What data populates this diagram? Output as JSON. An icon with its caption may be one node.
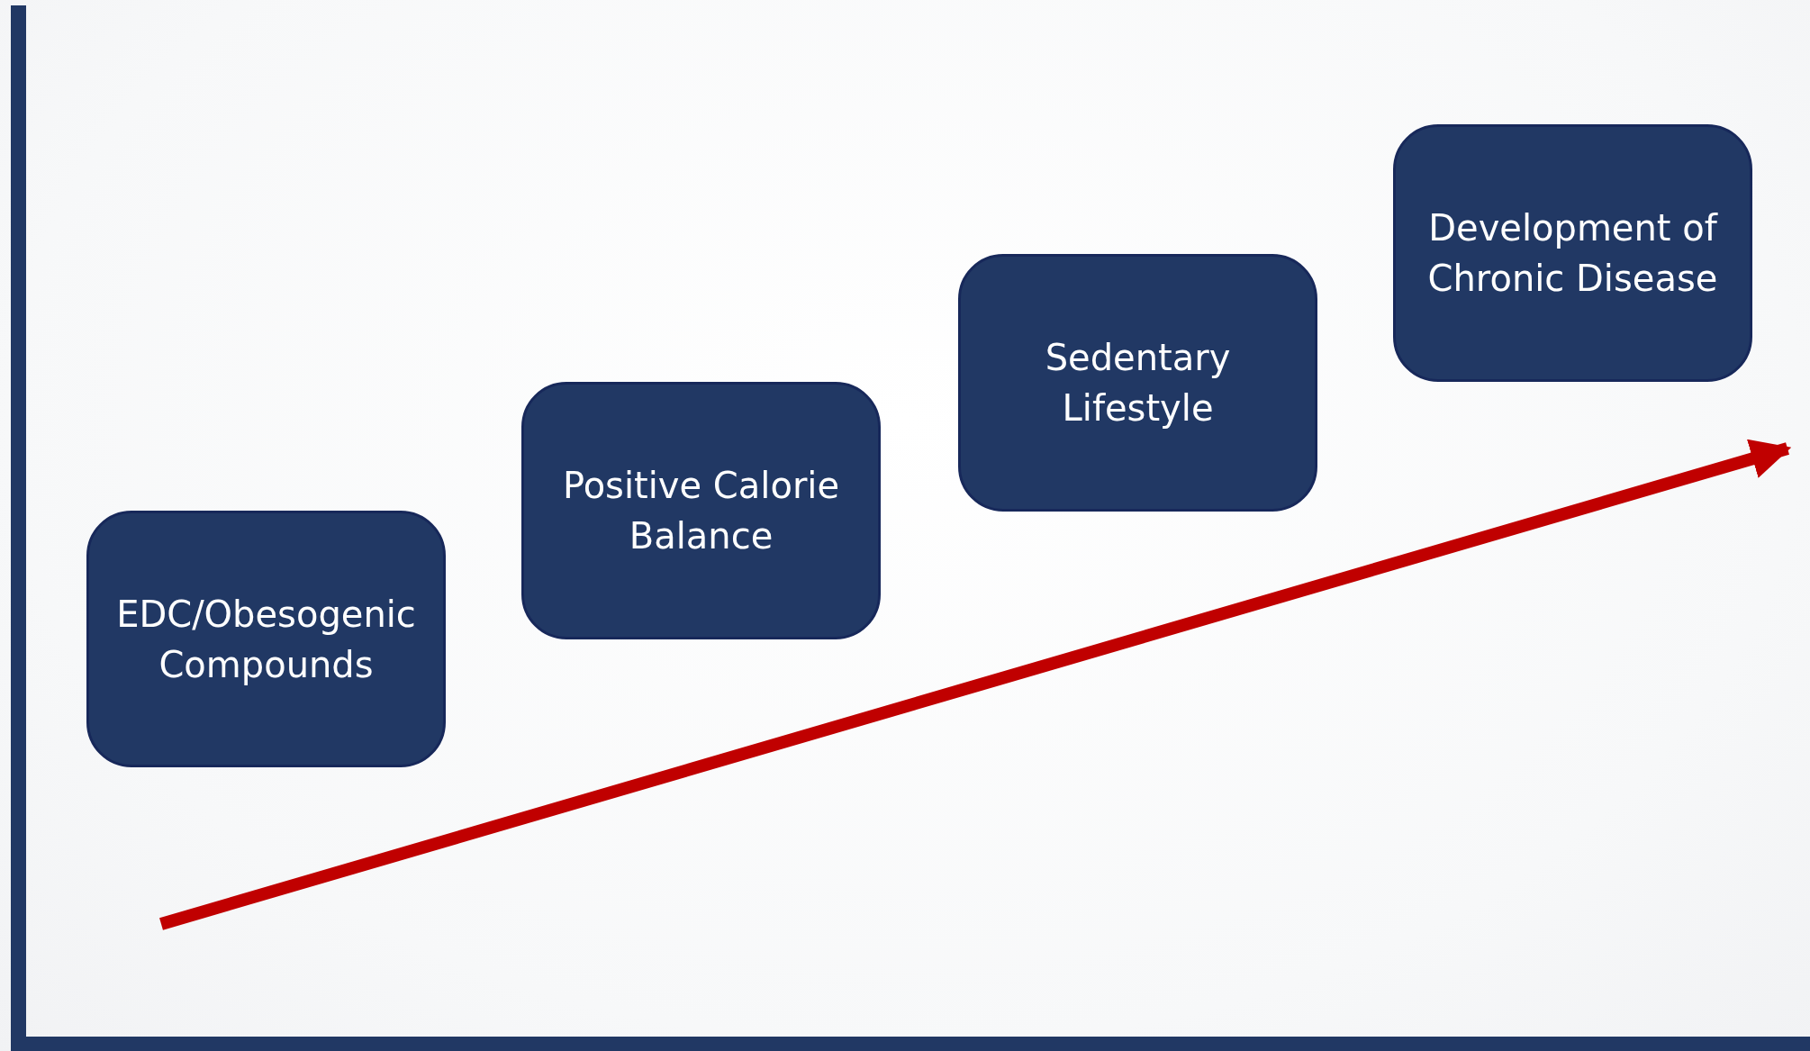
{
  "diagram": {
    "nodes": [
      {
        "text": [
          "EDC/Obesogenic Compounds"
        ]
      },
      {
        "text": [
          "Positive Calorie Balance"
        ]
      },
      {
        "text": [
          "Sedentary Lifestyle"
        ]
      },
      {
        "text": [
          "Development of Chronic Disease"
        ]
      }
    ]
  }
}
